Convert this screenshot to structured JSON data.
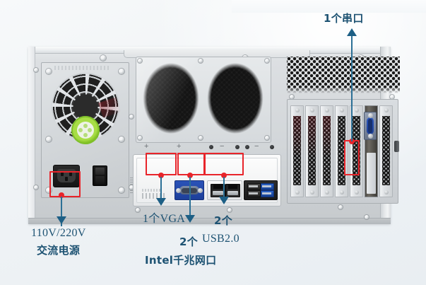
{
  "image": {
    "subject": "industrial-server-chassis-rear-panel",
    "background_color": "#eef2f5"
  },
  "annotations": {
    "highlight_color": "#e8242a",
    "arrow_color": "#1d5f85",
    "text_color": "#1d5272",
    "callouts": [
      {
        "id": "power",
        "label_line1": "110V/220V",
        "label_line2": "交流电源",
        "target": "ac-power-inlet"
      },
      {
        "id": "vga",
        "label_line1": "1个VGA",
        "label_line2": "",
        "target": "vga-port"
      },
      {
        "id": "lan",
        "label_line1": "2个",
        "label_line2": "Intel千兆网口",
        "target": "rj45-ethernet-ports"
      },
      {
        "id": "usb",
        "label_line1": "2个",
        "label_line2": "USB2.0",
        "target": "usb-ports"
      },
      {
        "id": "serial",
        "label_line1": "1个串口",
        "label_line2": "",
        "target": "serial-port"
      }
    ]
  },
  "chassis": {
    "psu": {
      "name": "power-supply-unit",
      "fan_hub_color": "#7cbb1e",
      "ac_inlet": "IEC C14",
      "switch": "rocker power switch"
    },
    "io_panel": {
      "vga_port_color": "#1d3f9a",
      "ethernet_ports": 2,
      "usb2_ports": 2,
      "usb3_ports": 2,
      "usb3_color": "#16408f"
    },
    "expansion": {
      "slot_count": 7,
      "serial_port_color": "#1b3e96"
    }
  }
}
